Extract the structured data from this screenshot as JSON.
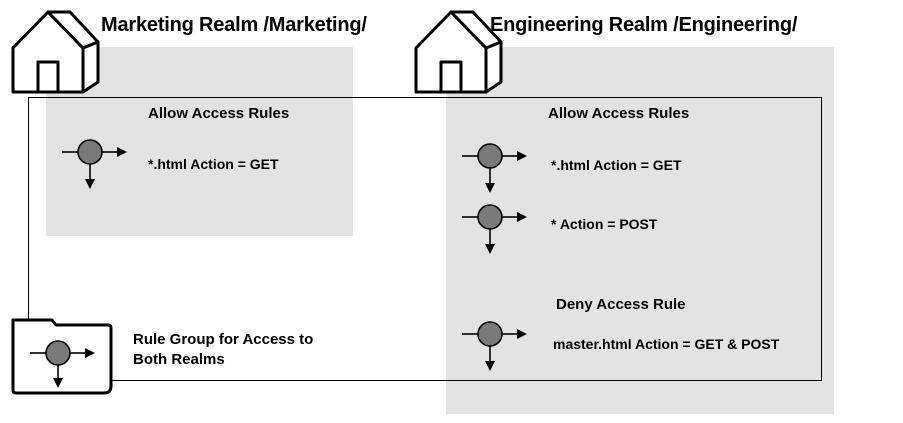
{
  "marketing": {
    "title": "Marketing Realm /Marketing/",
    "allow_heading": "Allow Access Rules",
    "rules": [
      "*.html Action = GET"
    ]
  },
  "engineering": {
    "title": "Engineering Realm /Engineering/",
    "allow_heading": "Allow Access Rules",
    "allow_rules": [
      "*.html Action = GET",
      "* Action = POST"
    ],
    "deny_heading": "Deny Access Rule",
    "deny_rules": [
      "master.html Action = GET & POST"
    ]
  },
  "rule_group": {
    "label_line1": "Rule Group for Access to",
    "label_line2": "Both Realms"
  },
  "icons": {
    "realm": "house-icon",
    "rule": "rule-node-icon",
    "group": "folder-rule-icon"
  },
  "colors": {
    "realm_background": "#e3e3e3",
    "node_fill": "#7a7a7a",
    "stroke": "#000000"
  }
}
